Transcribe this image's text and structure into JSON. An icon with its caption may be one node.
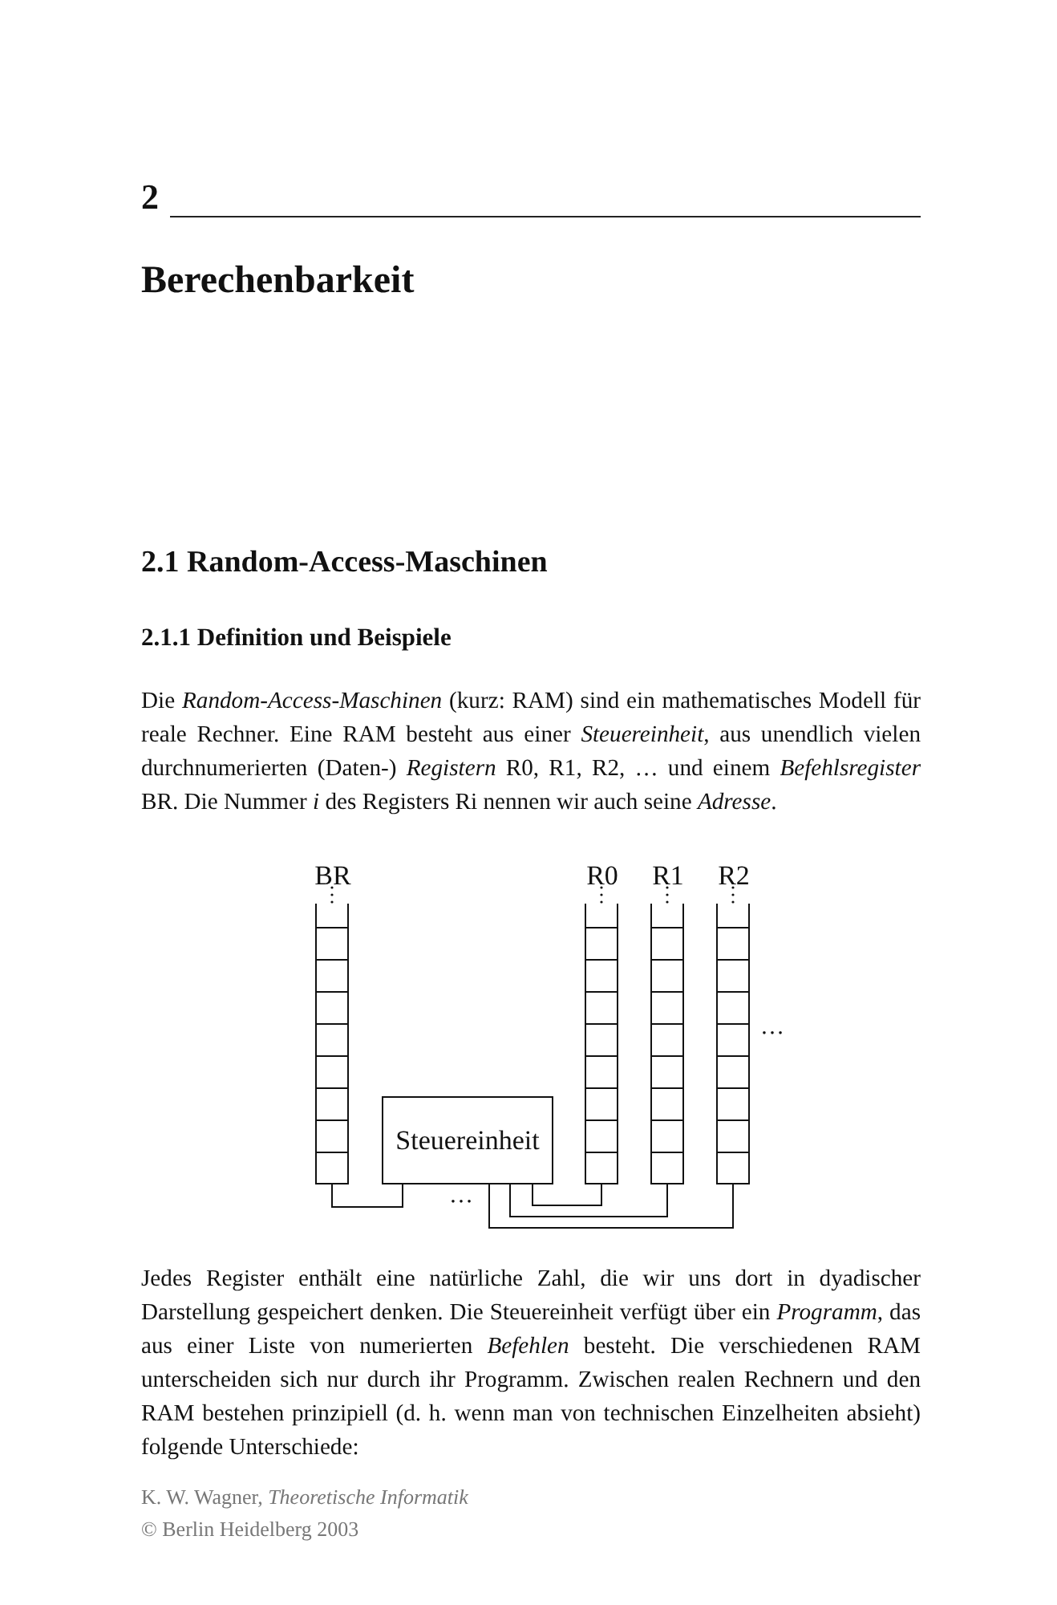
{
  "diagram": {
    "title": "Berechenbarkeit",
    "nodes": [
      {
        "text": [
          "BR"
        ]
      },
      {
        "text": [
          "Steuereinheit"
        ]
      },
      {
        "text": [
          "R0"
        ]
      },
      {
        "text": [
          "R1"
        ]
      },
      {
        "text": [
          "R2"
        ]
      }
    ],
    "edges": [
      {
        "from": 1,
        "to": 0,
        "arrow": "none"
      },
      {
        "from": 1,
        "to": 2,
        "arrow": "none"
      },
      {
        "from": 1,
        "to": 3,
        "arrow": "none"
      },
      {
        "from": 1,
        "to": 4,
        "arrow": "none"
      }
    ],
    "labels": [
      "2",
      "2.1 Random-Access-Maschinen",
      "2.1.1 Definition und Beispiele",
      "Die *Random-Access-Maschinen* (kurz: RAM) sind ein mathematisches Modell für reale Rechner. Eine RAM besteht aus einer *Steuereinheit*, aus unendlich vielen durchnumerierten (Daten-) *Registern* R0, R1, R2, … und einem *Befehlsregister* BR. Die Nummer *i* des Registers Ri nennen wir auch seine *Adresse*.",
      "…",
      "…",
      "Jedes Register enthält eine natürliche Zahl, die wir uns dort in dyadischer Darstellung gespeichert denken. Die Steuereinheit verfügt über ein *Programm*, das aus einer Liste von numerierten *Befehlen* besteht. Die verschiedenen RAM unterscheiden sich nur durch ihr Programm. Zwischen realen Rechnern und den RAM bestehen prinzipiell (d. h. wenn man von technischen Einzelheiten absieht) folgende Unterschiede:",
      "K. W. Wagner, *Theoretische Informatik*",
      "© Berlin Heidelberg 2003"
    ]
  }
}
